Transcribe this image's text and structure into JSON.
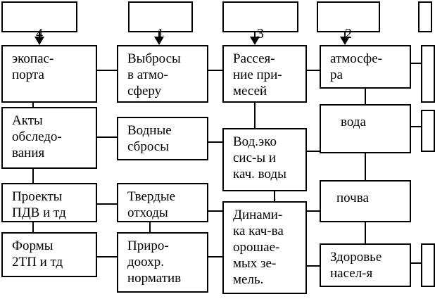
{
  "headers": {
    "h4": "4",
    "h1": "1",
    "h3": "3",
    "h2": "2"
  },
  "boxes": {
    "ekopasport": "экопас-\nпорта",
    "akty": "Акты\nобследо-\nвания",
    "proekty": "Проекты\nПДВ и тд",
    "formy": "Формы\n2ТП и тд",
    "vybrosy": "Выбросы\nв атмо-\nсферу",
    "vodnye": "Водные\nсбросы",
    "tverdye": "Твердые\nотходы",
    "prirodo": "Приро-\nдоохр.\nнорматив",
    "rasseyanie": "Рассея-\nние при-\nмесей",
    "vodeko": "Вод.эко\nсис-ы и\nкач. воды",
    "dinamika": "Динами-\nка кач-ва\nорошае-\nмых зе-\nмель.",
    "atmosfera": "атмосфе-\nра",
    "voda": "вода",
    "pochva": "почва",
    "zdorovie": "Здоровье\nнасел-я"
  }
}
